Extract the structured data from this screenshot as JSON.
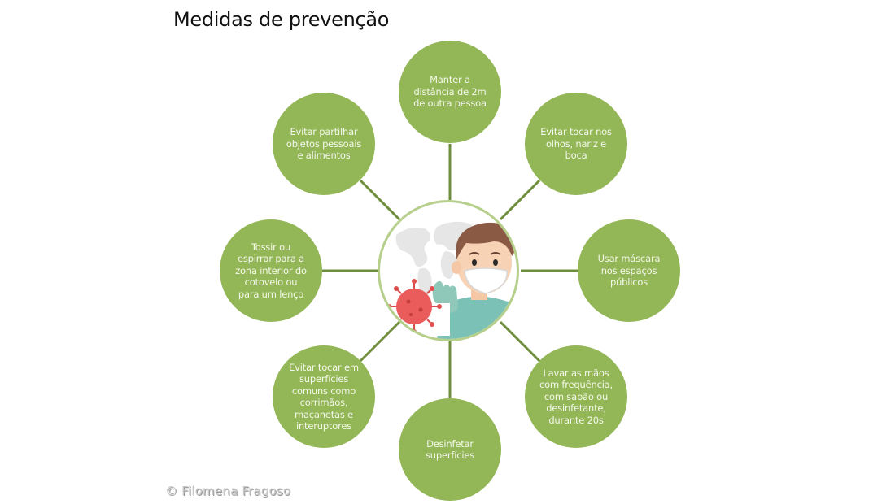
{
  "title": "Medidas de prevenção",
  "colors": {
    "node_fill": "#93b657",
    "node_text": "#f4f8ea",
    "connector": "#6f8f3d",
    "hub_border": "#b6cf8a"
  },
  "hub": {
    "illustration": "person-with-mask-and-virus",
    "icons": [
      "world-map-icon",
      "person-with-mask-icon",
      "virus-icon"
    ]
  },
  "nodes": [
    {
      "position": "top",
      "text": "Manter a\ndistância de 2m\nde outra pessoa"
    },
    {
      "position": "top-right",
      "text": "Evitar tocar nos\nolhos, nariz e\nboca"
    },
    {
      "position": "right",
      "text": "Usar máscara\nnos espaços\npúblicos"
    },
    {
      "position": "bottom-right",
      "text": "Lavar as mãos\ncom frequência,\ncom sabão ou\ndesinfetante,\ndurante 20s"
    },
    {
      "position": "bottom",
      "text": "Desinfetar\nsuperfícies"
    },
    {
      "position": "bottom-left",
      "text": "Evitar tocar em\nsuperfícies\ncomuns como\ncorrimãos,\nmaçanetas e\ninteruptores"
    },
    {
      "position": "left",
      "text": "Tossir ou\nespirrar para a\nzona interior do\ncotovelo ou\npara um lenço"
    },
    {
      "position": "top-left",
      "text": "Evitar partilhar\nobjetos pessoais\ne  alimentos"
    }
  ],
  "credit": "© Filomena Fragoso"
}
